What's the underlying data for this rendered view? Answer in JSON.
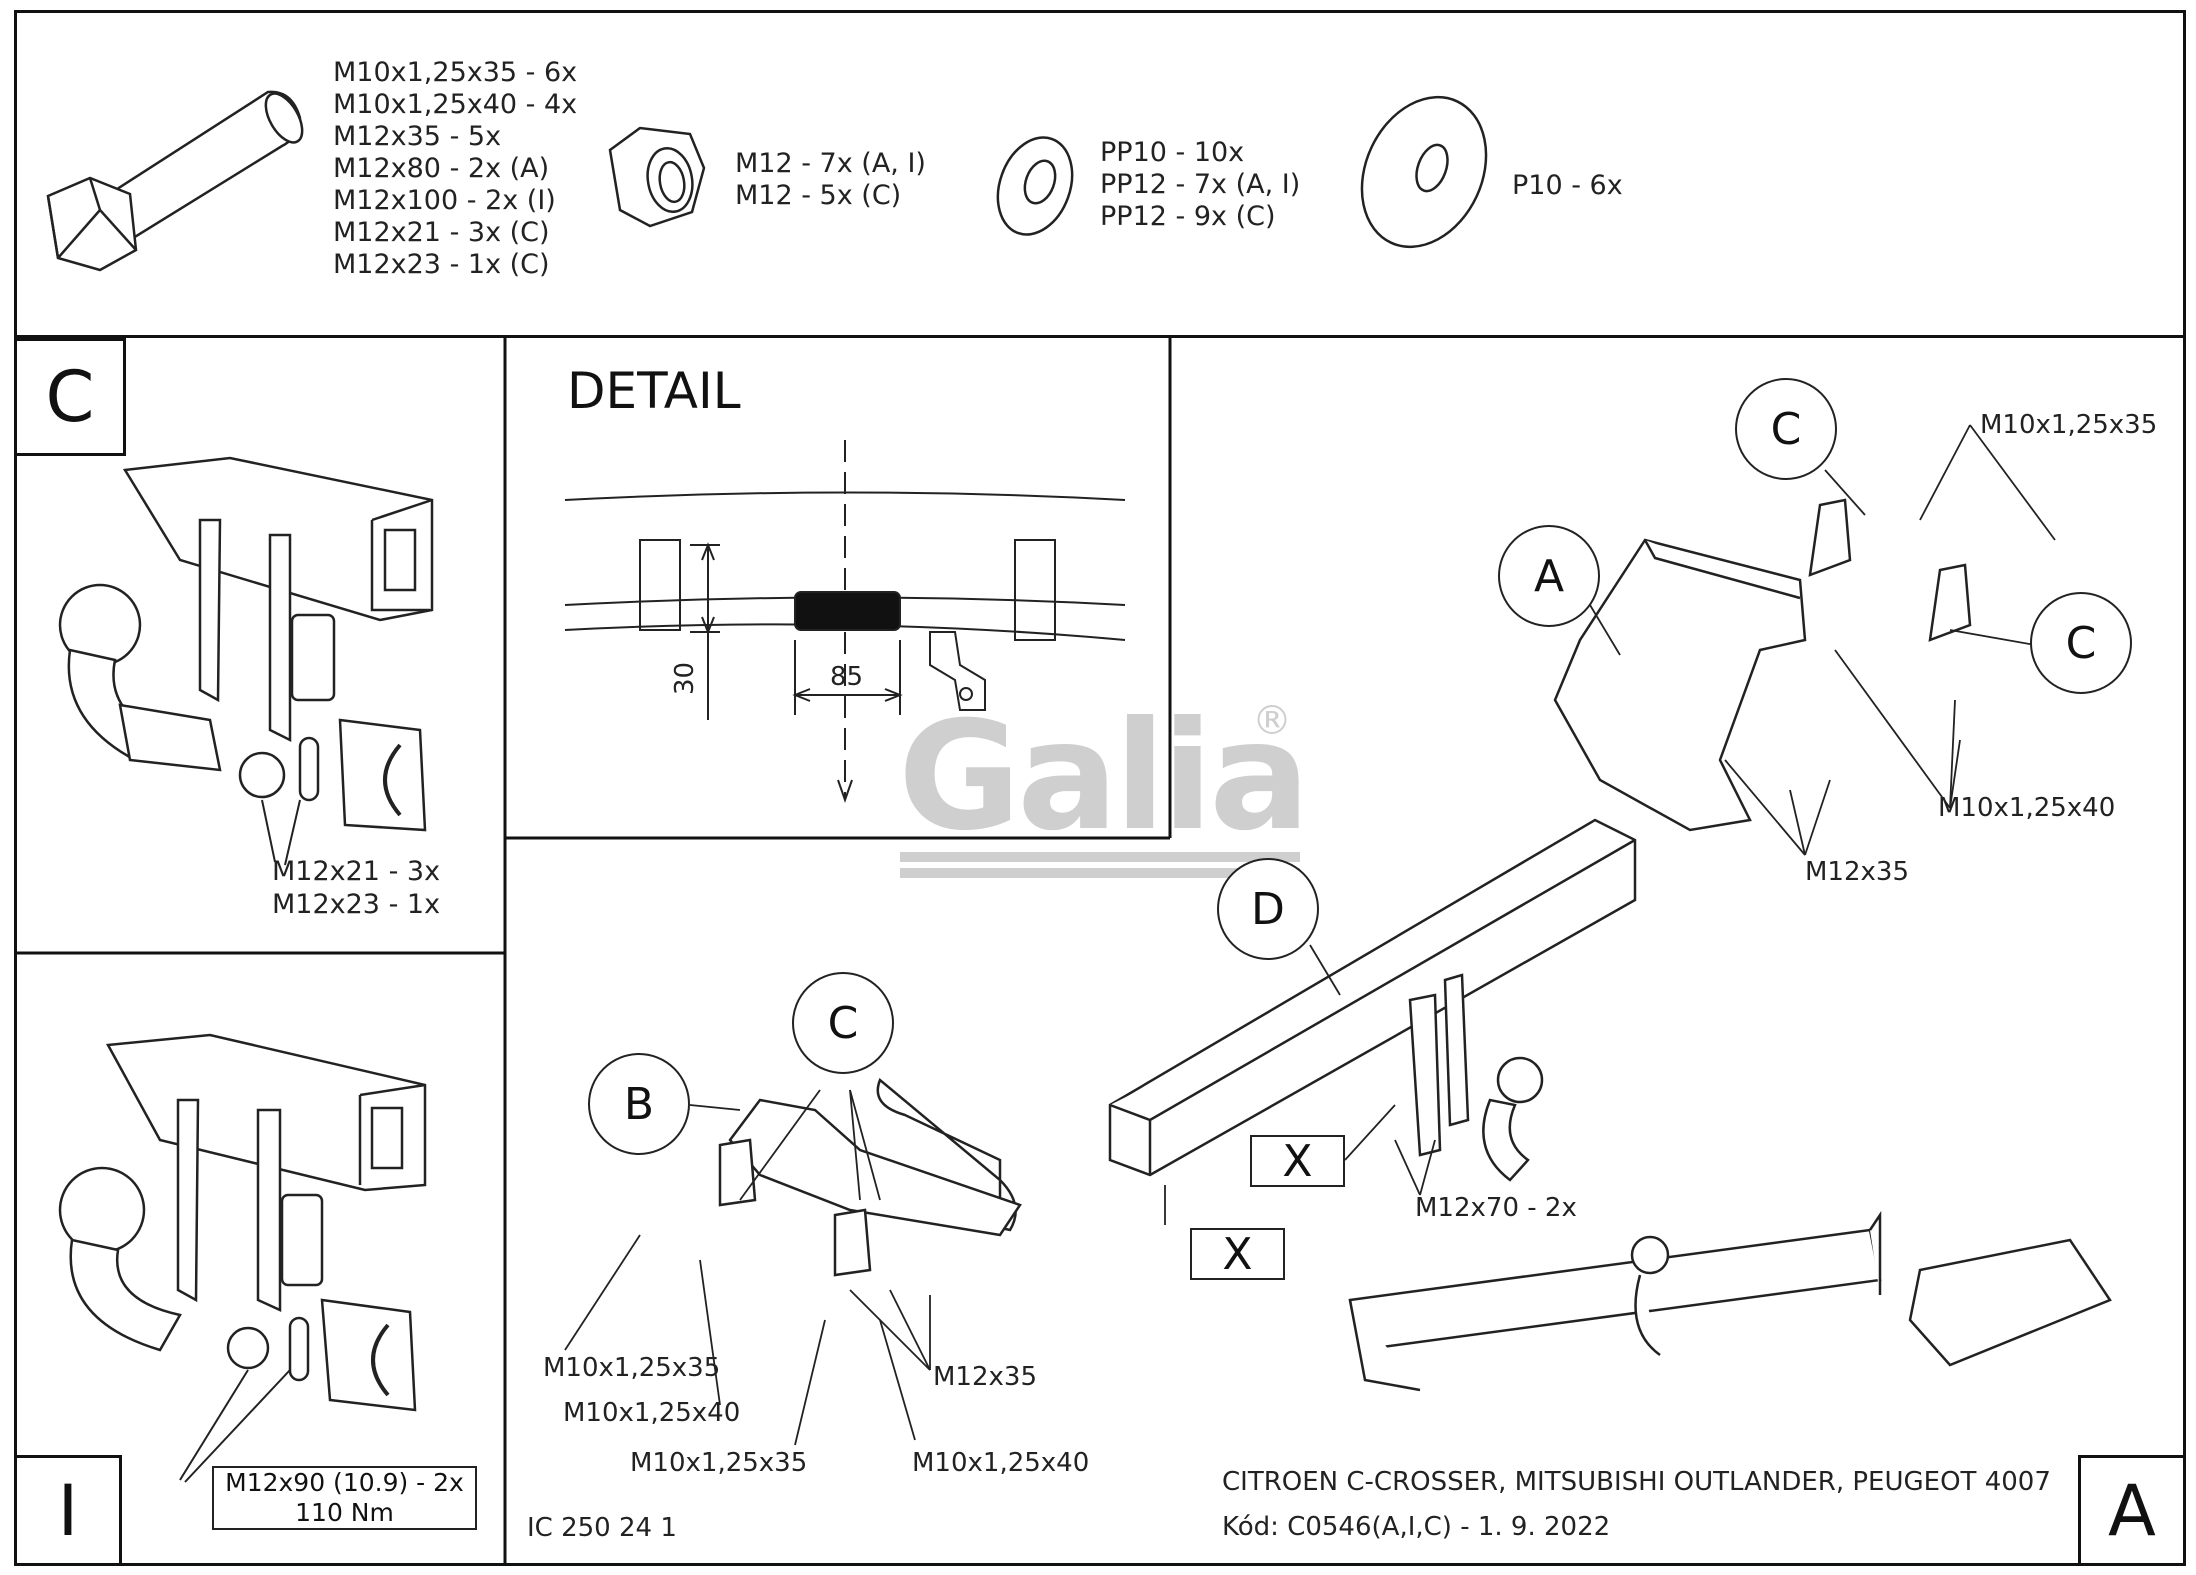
{
  "parts": {
    "bolts": [
      "M10x1,25x35 - 6x",
      "M10x1,25x40 - 4x",
      "M12x35 - 5x",
      "M12x80 - 2x (A)",
      "M12x100 - 2x (I)",
      "M12x21 - 3x (C)",
      "M12x23 - 1x (C)"
    ],
    "nuts": [
      "M12 - 7x (A, I)",
      "M12 - 5x (C)"
    ],
    "washers": [
      "PP10 - 10x",
      "PP12 - 7x (A, I)",
      "PP12 - 9x (C)"
    ],
    "large_washer": [
      "P10 - 6x"
    ]
  },
  "panel_c": {
    "corner_letter": "C",
    "labels": [
      "M12x21 - 3x",
      "M12x23 - 1x"
    ]
  },
  "panel_i": {
    "corner_letter": "I",
    "torque_lines": [
      "M12x90 (10.9) - 2x",
      "110 Nm"
    ]
  },
  "detail": {
    "title": "DETAIL",
    "dim_width": "85",
    "dim_height": "30"
  },
  "main": {
    "corner_letter": "A",
    "callouts": {
      "a": "A",
      "b": "B",
      "c1": "C",
      "c2": "C",
      "c3": "C",
      "d": "D",
      "x1": "X",
      "x2": "X"
    },
    "labels": {
      "m10_35_top": "M10x1,25x35",
      "m10_40_right": "M10x1,25x40",
      "m12_35_right": "M12x35",
      "m12_70": "M12x70 - 2x",
      "m10_35_left": "M10x1,25x35",
      "m10_40_left": "M10x1,25x40",
      "m10_35_bottom": "M10x1,25x35",
      "m10_40_bottom": "M10x1,25x40",
      "m12_35_bottom": "M12x35"
    },
    "watermark": "Galia",
    "watermark_mark": "®",
    "doc_code": "IC 250 24 1",
    "vehicles": "CITROEN C-CROSSER, MITSUBISHI OUTLANDER, PEUGEOT 4007",
    "code_line": "Kód: C0546(A,I,C) - 1. 9. 2022"
  }
}
